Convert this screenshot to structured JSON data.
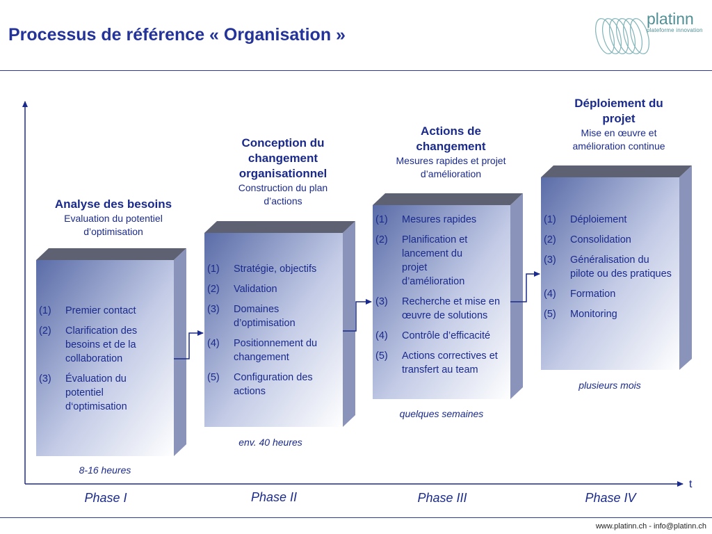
{
  "header": {
    "title": "Processus de référence « Organisation »"
  },
  "logo": {
    "name": "platinn",
    "tagline": "plateforme innovation"
  },
  "footer": {
    "text": "www.platinn.ch - info@platinn.ch"
  },
  "axis": {
    "t_label": "t"
  },
  "phases": [
    {
      "heading": "Analyse des besoins",
      "subtitle": "Evaluation du potentiel d’optimisation",
      "items": [
        {
          "num": "(1)",
          "text": "Premier contact"
        },
        {
          "num": "(2)",
          "text": "Clarification des besoins et de la collaboration"
        },
        {
          "num": "(3)",
          "text": "Évaluation du potentiel d‘optimisation"
        }
      ],
      "duration": "8-16 heures",
      "label": "Phase I"
    },
    {
      "heading": "Conception du changement organisationnel",
      "subtitle": "Construction du plan d’actions",
      "items": [
        {
          "num": "(1)",
          "text": "Stratégie, objectifs"
        },
        {
          "num": "(2)",
          "text": "Validation"
        },
        {
          "num": "(3)",
          "text": "Domaines d’optimisation"
        },
        {
          "num": "(4)",
          "text": "Positionnement du changement"
        },
        {
          "num": "(5)",
          "text": "Configuration des actions"
        }
      ],
      "duration": "env. 40 heures",
      "label": "Phase II"
    },
    {
      "heading": "Actions de changement",
      "subtitle": "Mesures rapides et projet d’amélioration",
      "items": [
        {
          "num": "(1)",
          "text": "Mesures rapides"
        },
        {
          "num": "(2)",
          "text": "Planification et lancement du projet d’amélioration"
        },
        {
          "num": "(3)",
          "text": "Recherche et mise en œuvre de solutions"
        },
        {
          "num": "(4)",
          "text": "Contrôle d’efficacité"
        },
        {
          "num": "(5)",
          "text": "Actions correctives et transfert au team"
        }
      ],
      "duration": "quelques semaines",
      "label": "Phase III"
    },
    {
      "heading": "Déploiement du projet",
      "subtitle": "Mise en œuvre et amélioration continue",
      "items": [
        {
          "num": "(1)",
          "text": "Déploiement"
        },
        {
          "num": "(2)",
          "text": "Consolidation"
        },
        {
          "num": "(3)",
          "text": "Généralisation du pilote ou des pratiques"
        },
        {
          "num": "(4)",
          "text": "Formation"
        },
        {
          "num": "(5)",
          "text": "Monitoring"
        }
      ],
      "duration": "plusieurs mois",
      "label": "Phase IV"
    }
  ]
}
